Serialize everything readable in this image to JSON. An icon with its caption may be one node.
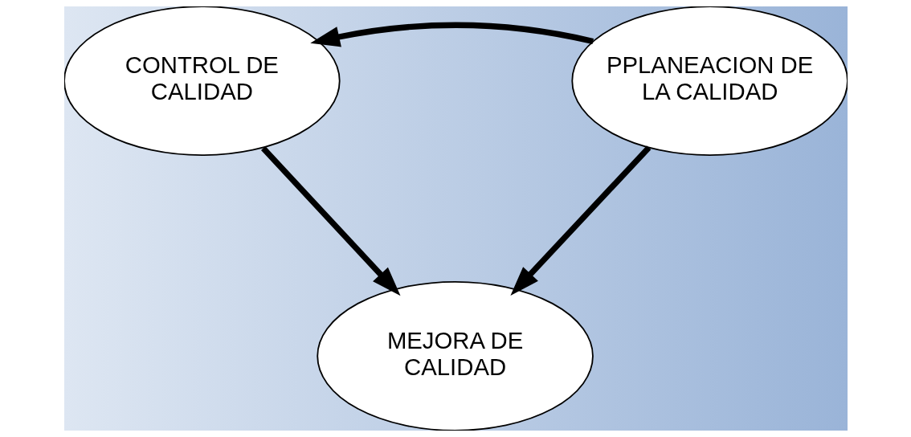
{
  "diagram": {
    "nodes": [
      {
        "text": [
          "CONTROL DE CALIDAD"
        ]
      },
      {
        "text": [
          "PPLANEACION DE LA CALIDAD"
        ]
      },
      {
        "text": [
          "MEJORA DE CALIDAD"
        ]
      }
    ],
    "edges": [
      {
        "from": 1,
        "to": 0,
        "arrow": "to"
      },
      {
        "from": 0,
        "to": 2,
        "arrow": "to"
      },
      {
        "from": 1,
        "to": 2,
        "arrow": "to"
      }
    ]
  }
}
